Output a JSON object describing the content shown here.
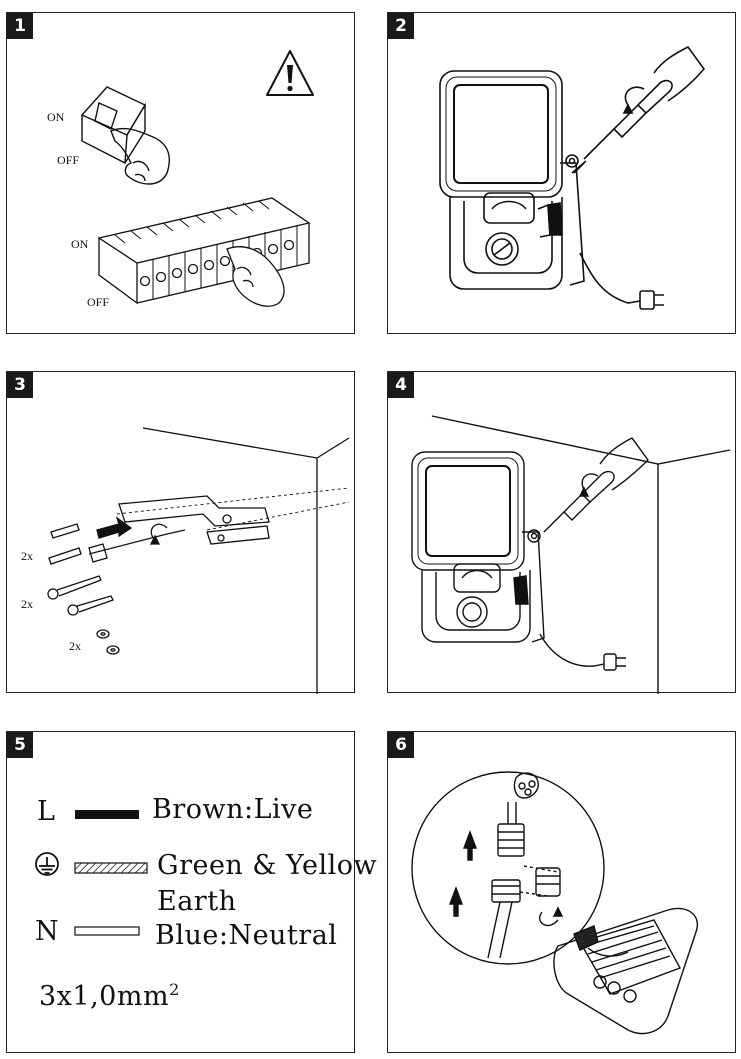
{
  "panels": [
    {
      "number": "1",
      "labels": {
        "on_top": "ON",
        "off_top": "OFF",
        "on_bottom": "ON",
        "off_bottom": "OFF"
      }
    },
    {
      "number": "2"
    },
    {
      "number": "3",
      "labels": {
        "qty_plugs": "2x",
        "qty_screws": "2x",
        "qty_washers": "2x"
      }
    },
    {
      "number": "4"
    },
    {
      "number": "5",
      "wiring": {
        "live_letter": "L",
        "live_text": "Brown:Live",
        "earth_text_1": "Green & Yellow",
        "earth_text_2": "Earth",
        "neutral_letter": "N",
        "neutral_text": "Blue:Neutral",
        "cable_spec_base": "3x1,0mm",
        "cable_spec_sup": "2"
      }
    },
    {
      "number": "6"
    }
  ],
  "icons": [
    "warning-triangle-icon",
    "earth-ground-icon",
    "rotate-arrow-icon"
  ]
}
